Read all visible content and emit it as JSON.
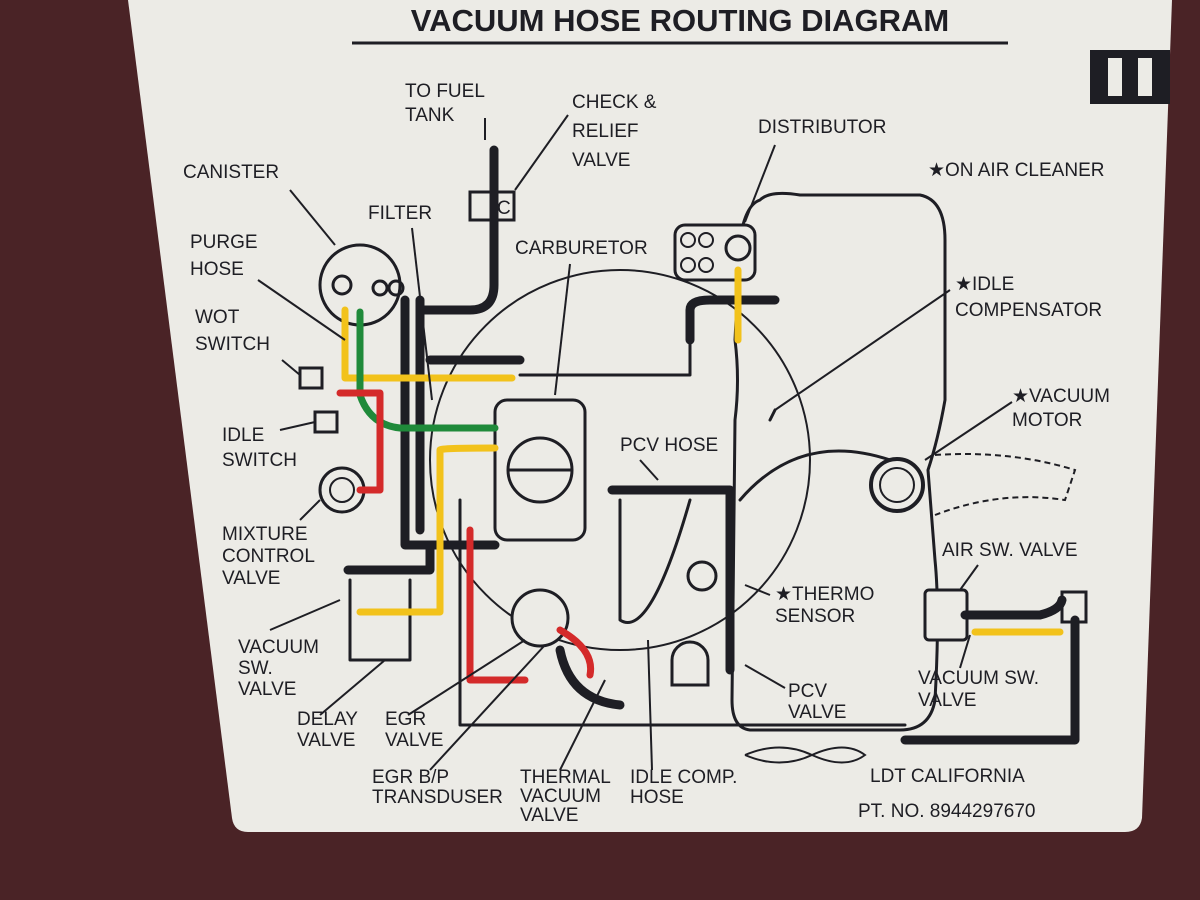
{
  "title": "VACUUM HOSE ROUTING DIAGRAM",
  "colors": {
    "background": "#4a2326",
    "card": "#ecebe6",
    "ink": "#1e1e24",
    "yellow": "#f2c21b",
    "green": "#1f8a3a",
    "red": "#d42a2a"
  },
  "labels": {
    "to_fuel_tank": [
      "TO FUEL",
      "TANK"
    ],
    "check_relief_valve": [
      "CHECK &",
      "RELIEF",
      "VALVE"
    ],
    "distributor": [
      "DISTRIBUTOR"
    ],
    "on_air_cleaner": [
      "★ON AIR CLEANER"
    ],
    "canister": [
      "CANISTER"
    ],
    "filter": [
      "FILTER"
    ],
    "carburetor": [
      "CARBURETOR"
    ],
    "purge_hose": [
      "PURGE",
      "HOSE"
    ],
    "idle_compensator": [
      "★IDLE",
      "COMPENSATOR"
    ],
    "wot_switch": [
      "WOT",
      "SWITCH"
    ],
    "vacuum_motor": [
      "★VACUUM",
      "MOTOR"
    ],
    "idle_switch": [
      "IDLE",
      "SWITCH"
    ],
    "pcv_hose": [
      "PCV HOSE"
    ],
    "mixture_control_valve": [
      "MIXTURE",
      "CONTROL",
      "VALVE"
    ],
    "air_sw_valve": [
      "AIR SW. VALVE"
    ],
    "thermo_sensor": [
      "★THERMO",
      "SENSOR"
    ],
    "vacuum_sw_valve_left": [
      "VACUUM",
      "SW.",
      "VALVE"
    ],
    "vacuum_sw_valve_right": [
      "VACUUM SW.",
      "VALVE"
    ],
    "pcv_valve": [
      "PCV",
      "VALVE"
    ],
    "delay_valve": [
      "DELAY",
      "VALVE"
    ],
    "egr_valve": [
      "EGR",
      "VALVE"
    ],
    "egr_bp_transduser": [
      "EGR B/P",
      "TRANSDUSER"
    ],
    "thermal_vacuum_valve": [
      "THERMAL",
      "VACUUM",
      "VALVE"
    ],
    "idle_comp_hose": [
      "IDLE COMP.",
      "HOSE"
    ],
    "ldt_california": [
      "LDT CALIFORNIA"
    ],
    "part_number": [
      "PT. NO. 8944297670"
    ]
  },
  "check_valve_letter": "C"
}
